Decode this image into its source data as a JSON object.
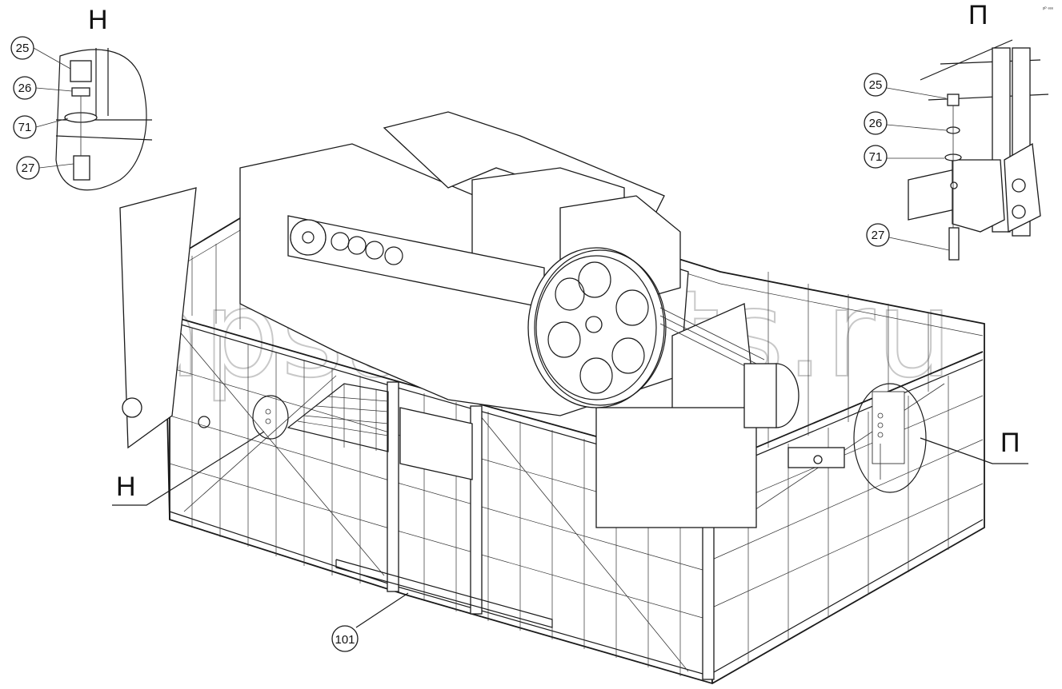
{
  "view_letters": {
    "detail_n_title": "Н",
    "detail_p_title": "П",
    "main_n_label": "Н",
    "main_p_label": "П"
  },
  "callouts_detail_n": [
    "25",
    "26",
    "71",
    "27"
  ],
  "callouts_detail_p": [
    "25",
    "26",
    "71",
    "27"
  ],
  "main_callout": "101",
  "corner_mark": "ᵖᴾ ᵉᵉᵉ",
  "watermark": "apsatparts.ru",
  "colors": {
    "line": "#1a1a1a",
    "paper": "#ffffff",
    "watermark": "#c8c8c8"
  }
}
